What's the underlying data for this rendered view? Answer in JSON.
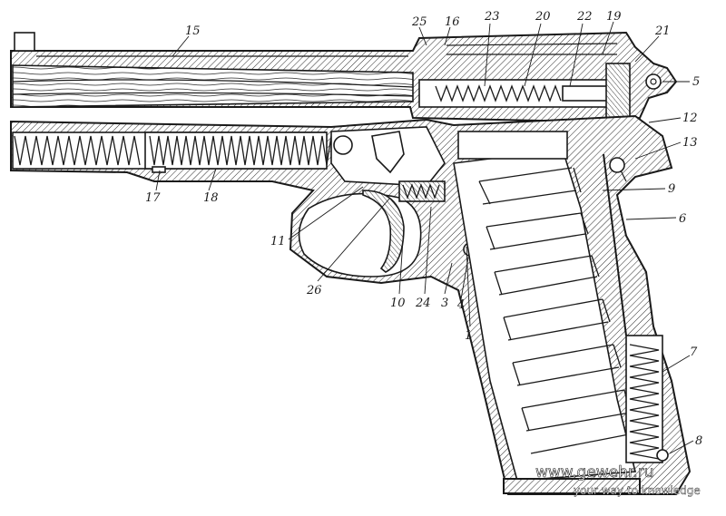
{
  "diagram": {
    "labels": [
      "15",
      "25",
      "16",
      "23",
      "20",
      "22",
      "19",
      "21",
      "5",
      "12",
      "13",
      "9",
      "6",
      "17",
      "18",
      "11",
      "26",
      "10",
      "24",
      "3",
      "4",
      "1",
      "7",
      "8"
    ]
  },
  "watermark": {
    "line1": "www.gewehr.ru",
    "line2": "your way to knowledge"
  }
}
